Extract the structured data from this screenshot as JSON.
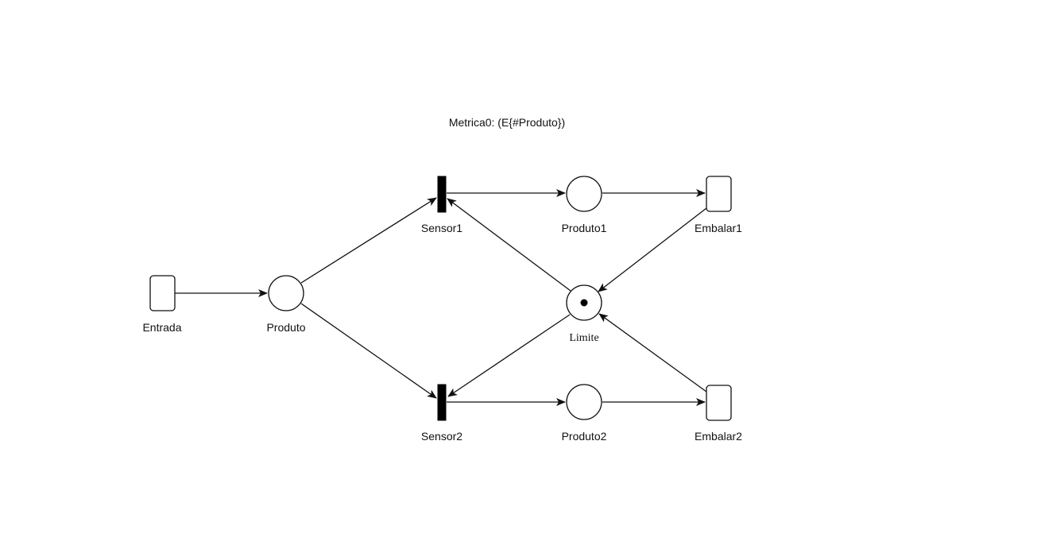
{
  "metric_label": "Metrica0: (E{#Produto})",
  "places": {
    "produto": {
      "label": "Produto",
      "tokens": 0
    },
    "produto1": {
      "label": "Produto1",
      "tokens": 0
    },
    "produto2": {
      "label": "Produto2",
      "tokens": 0
    },
    "limite": {
      "label": "Limite",
      "tokens": 1
    }
  },
  "transitions": {
    "entrada": {
      "label": "Entrada",
      "kind": "timed"
    },
    "sensor1": {
      "label": "Sensor1",
      "kind": "immediate"
    },
    "sensor2": {
      "label": "Sensor2",
      "kind": "immediate"
    },
    "embalar1": {
      "label": "Embalar1",
      "kind": "timed"
    },
    "embalar2": {
      "label": "Embalar2",
      "kind": "timed"
    }
  },
  "arcs": [
    {
      "from": "entrada",
      "to": "produto"
    },
    {
      "from": "produto",
      "to": "sensor1"
    },
    {
      "from": "produto",
      "to": "sensor2"
    },
    {
      "from": "sensor1",
      "to": "produto1"
    },
    {
      "from": "produto1",
      "to": "embalar1"
    },
    {
      "from": "sensor2",
      "to": "produto2"
    },
    {
      "from": "produto2",
      "to": "embalar2"
    },
    {
      "from": "limite",
      "to": "sensor1"
    },
    {
      "from": "limite",
      "to": "sensor2"
    },
    {
      "from": "embalar1",
      "to": "limite"
    },
    {
      "from": "embalar2",
      "to": "limite"
    }
  ],
  "colors": {
    "stroke": "#111111",
    "background": "#ffffff",
    "immediate_transition": "#000000"
  }
}
